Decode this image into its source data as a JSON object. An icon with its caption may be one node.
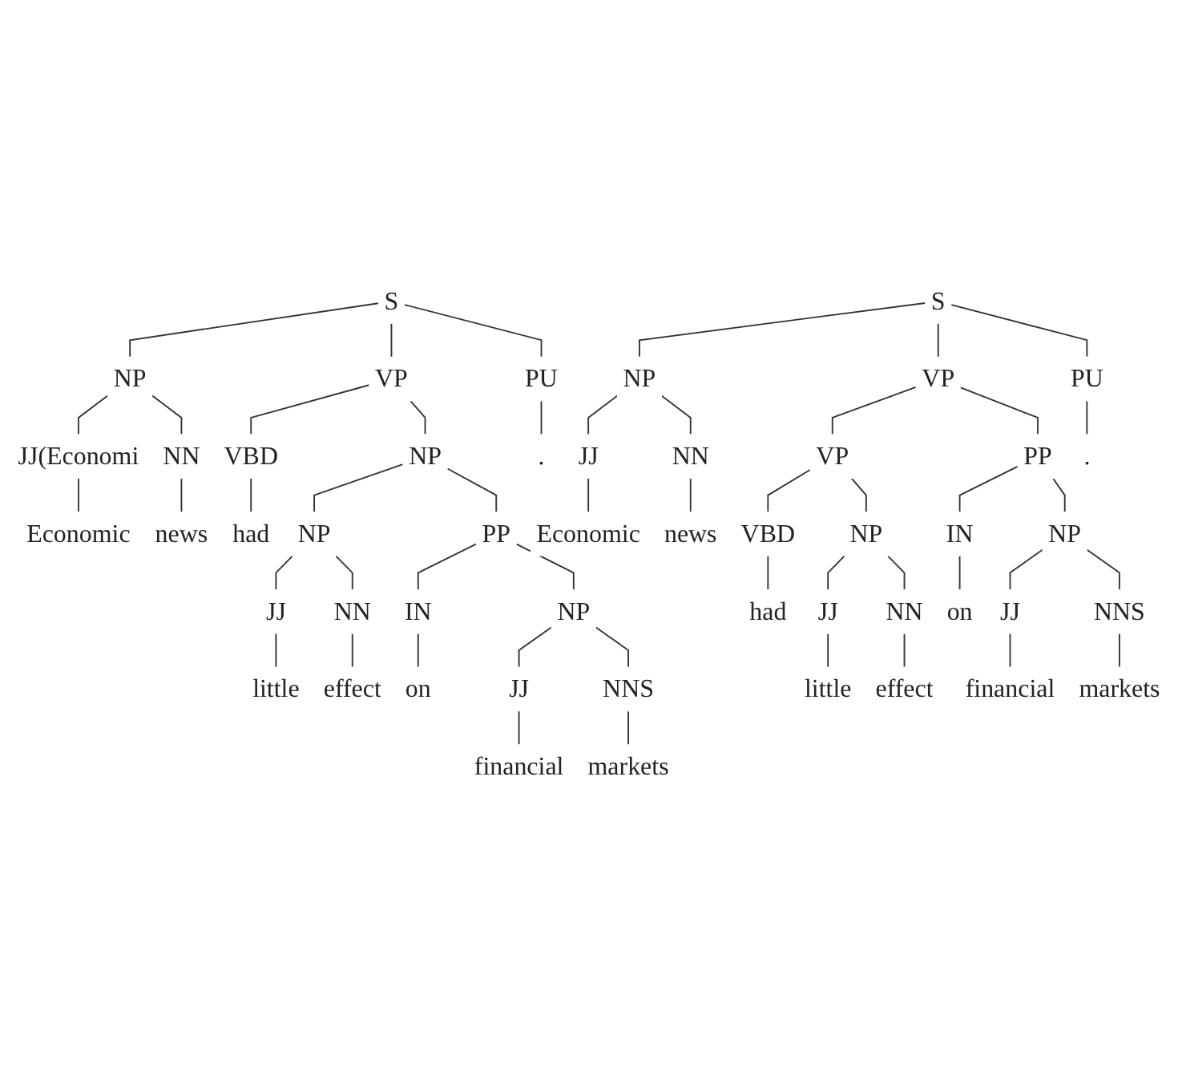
{
  "diagram": {
    "nodes": [
      {
        "text": [
          "S"
        ]
      },
      {
        "text": [
          "VP"
        ]
      },
      {
        "text": [
          "NP"
        ]
      },
      {
        "text": [
          "PP"
        ]
      },
      {
        "text": [
          "NP"
        ]
      },
      {
        "text": [
          "NP"
        ]
      },
      {
        "text": [
          "NP"
        ]
      },
      {
        "text": [
          "PU"
        ]
      },
      {
        "text": [
          "JJ(Economi"
        ]
      },
      {
        "text": [
          "NN"
        ]
      },
      {
        "text": [
          "VBD"
        ]
      },
      {
        "text": [
          "JJ"
        ]
      },
      {
        "text": [
          "NN"
        ]
      },
      {
        "text": [
          "IN"
        ]
      },
      {
        "text": [
          "JJ"
        ]
      },
      {
        "text": [
          "NNS"
        ]
      },
      {
        "text": [
          "Economic"
        ]
      },
      {
        "text": [
          "news"
        ]
      },
      {
        "text": [
          "had"
        ]
      },
      {
        "text": [
          "little"
        ]
      },
      {
        "text": [
          "effect"
        ]
      },
      {
        "text": [
          "on"
        ]
      },
      {
        "text": [
          "financial"
        ]
      },
      {
        "text": [
          "markets"
        ]
      },
      {
        "text": [
          "."
        ]
      },
      {
        "text": [
          "S"
        ]
      },
      {
        "text": [
          "VP"
        ]
      },
      {
        "text": [
          "VP"
        ]
      },
      {
        "text": [
          "PP"
        ]
      },
      {
        "text": [
          "NP"
        ]
      },
      {
        "text": [
          "NP"
        ]
      },
      {
        "text": [
          "NP"
        ]
      },
      {
        "text": [
          "PU"
        ]
      },
      {
        "text": [
          "JJ"
        ]
      },
      {
        "text": [
          "NN"
        ]
      },
      {
        "text": [
          "VBD"
        ]
      },
      {
        "text": [
          "JJ"
        ]
      },
      {
        "text": [
          "NN"
        ]
      },
      {
        "text": [
          "IN"
        ]
      },
      {
        "text": [
          "JJ"
        ]
      },
      {
        "text": [
          "NNS"
        ]
      },
      {
        "text": [
          "Economic"
        ]
      },
      {
        "text": [
          "news"
        ]
      },
      {
        "text": [
          "had"
        ]
      },
      {
        "text": [
          "little"
        ]
      },
      {
        "text": [
          "effect"
        ]
      },
      {
        "text": [
          "on"
        ]
      },
      {
        "text": [
          "financial"
        ]
      },
      {
        "text": [
          "markets"
        ]
      },
      {
        "text": [
          "."
        ]
      }
    ],
    "edges": [
      {
        "from": 0,
        "to": 4,
        "arrow": "none"
      },
      {
        "from": 0,
        "to": 1,
        "arrow": "none"
      },
      {
        "from": 0,
        "to": 7,
        "arrow": "none"
      },
      {
        "from": 1,
        "to": 10,
        "arrow": "none"
      },
      {
        "from": 1,
        "to": 2,
        "arrow": "none"
      },
      {
        "from": 2,
        "to": 5,
        "arrow": "none"
      },
      {
        "from": 2,
        "to": 3,
        "arrow": "none"
      },
      {
        "from": 3,
        "to": 13,
        "arrow": "none"
      },
      {
        "from": 3,
        "to": 6,
        "arrow": "none"
      },
      {
        "from": 4,
        "to": 8,
        "arrow": "none"
      },
      {
        "from": 4,
        "to": 9,
        "arrow": "none"
      },
      {
        "from": 5,
        "to": 11,
        "arrow": "none"
      },
      {
        "from": 5,
        "to": 12,
        "arrow": "none"
      },
      {
        "from": 6,
        "to": 14,
        "arrow": "none"
      },
      {
        "from": 6,
        "to": 15,
        "arrow": "none"
      },
      {
        "from": 8,
        "to": 16,
        "arrow": "none"
      },
      {
        "from": 9,
        "to": 17,
        "arrow": "none"
      },
      {
        "from": 10,
        "to": 18,
        "arrow": "none"
      },
      {
        "from": 11,
        "to": 19,
        "arrow": "none"
      },
      {
        "from": 12,
        "to": 20,
        "arrow": "none"
      },
      {
        "from": 13,
        "to": 21,
        "arrow": "none"
      },
      {
        "from": 14,
        "to": 22,
        "arrow": "none"
      },
      {
        "from": 15,
        "to": 23,
        "arrow": "none"
      },
      {
        "from": 7,
        "to": 24,
        "arrow": "none"
      },
      {
        "from": 25,
        "to": 29,
        "arrow": "none"
      },
      {
        "from": 25,
        "to": 26,
        "arrow": "none"
      },
      {
        "from": 25,
        "to": 32,
        "arrow": "none"
      },
      {
        "from": 26,
        "to": 27,
        "arrow": "none"
      },
      {
        "from": 26,
        "to": 28,
        "arrow": "none"
      },
      {
        "from": 27,
        "to": 35,
        "arrow": "none"
      },
      {
        "from": 27,
        "to": 30,
        "arrow": "none"
      },
      {
        "from": 28,
        "to": 38,
        "arrow": "none"
      },
      {
        "from": 28,
        "to": 31,
        "arrow": "none"
      },
      {
        "from": 29,
        "to": 33,
        "arrow": "none"
      },
      {
        "from": 29,
        "to": 34,
        "arrow": "none"
      },
      {
        "from": 30,
        "to": 36,
        "arrow": "none"
      },
      {
        "from": 30,
        "to": 37,
        "arrow": "none"
      },
      {
        "from": 31,
        "to": 39,
        "arrow": "none"
      },
      {
        "from": 31,
        "to": 40,
        "arrow": "none"
      },
      {
        "from": 33,
        "to": 41,
        "arrow": "none"
      },
      {
        "from": 34,
        "to": 42,
        "arrow": "none"
      },
      {
        "from": 35,
        "to": 43,
        "arrow": "none"
      },
      {
        "from": 36,
        "to": 44,
        "arrow": "none"
      },
      {
        "from": 37,
        "to": 45,
        "arrow": "none"
      },
      {
        "from": 38,
        "to": 46,
        "arrow": "none"
      },
      {
        "from": 39,
        "to": 47,
        "arrow": "none"
      },
      {
        "from": 40,
        "to": 48,
        "arrow": "none"
      },
      {
        "from": 32,
        "to": 49,
        "arrow": "none"
      }
    ]
  }
}
